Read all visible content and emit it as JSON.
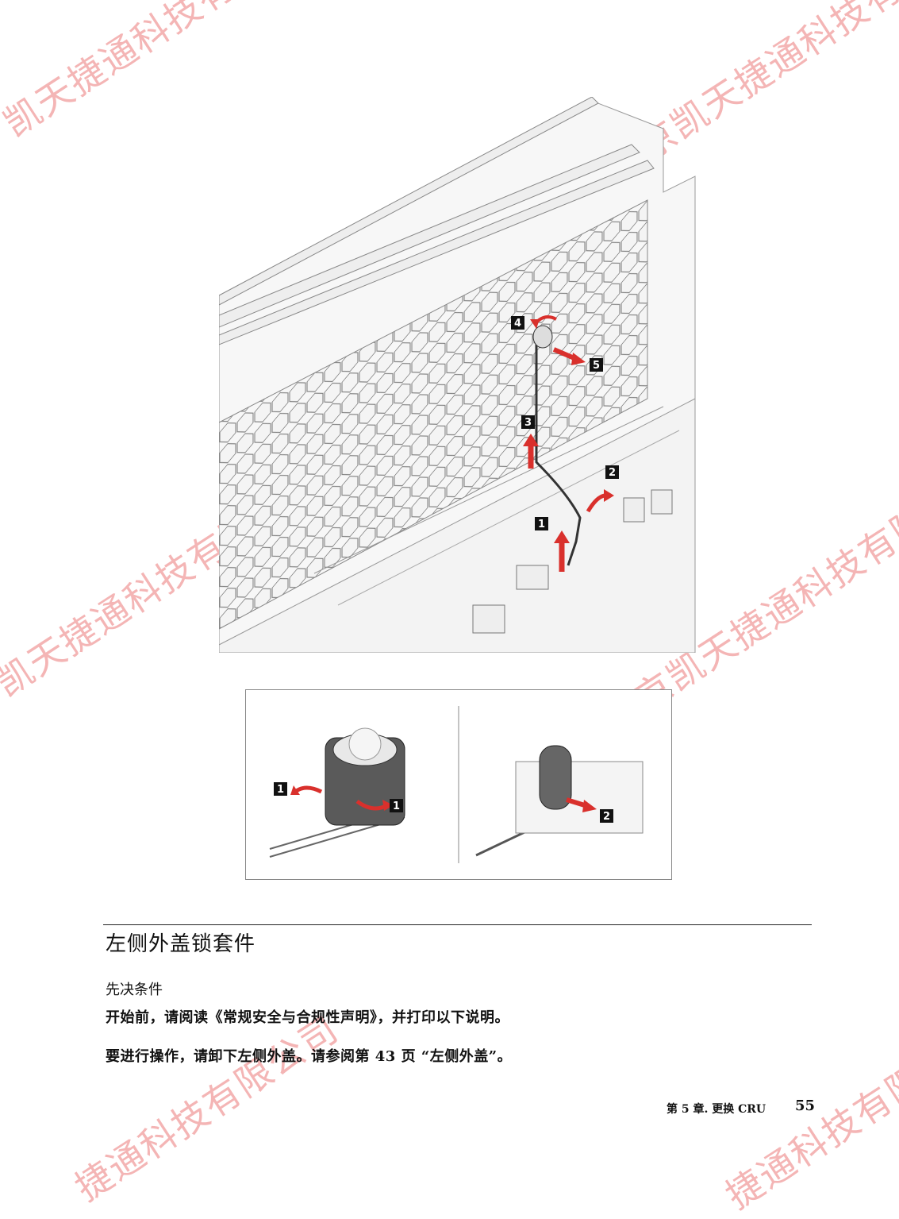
{
  "figure_main": {
    "callouts": [
      "1",
      "2",
      "3",
      "4",
      "5"
    ],
    "accent_color": "#d9302c"
  },
  "figure_detail": {
    "left_callouts": [
      "1",
      "1"
    ],
    "right_callouts": [
      "2"
    ]
  },
  "section": {
    "title": "左侧外盖锁套件",
    "subheading": "先决条件",
    "para1": "开始前，请阅读《常规安全与合规性声明》，并打印以下说明。",
    "para2_prefix": "要进行操作，请卸下左侧外盖。请参阅第 ",
    "para2_page": "43",
    "para2_suffix": " 页 “左侧外盖”。"
  },
  "footer": {
    "chapter": "第 5 章. 更换 CRU",
    "page_number": "55"
  },
  "watermarks": [
    "凯天捷通科技有",
    "北京凯天捷通科技有限公司",
    "有限公司",
    "凯天捷通科技有限公司",
    "北京凯天捷通科技有限",
    "捷通科技有限公司",
    "捷通科技有限"
  ]
}
